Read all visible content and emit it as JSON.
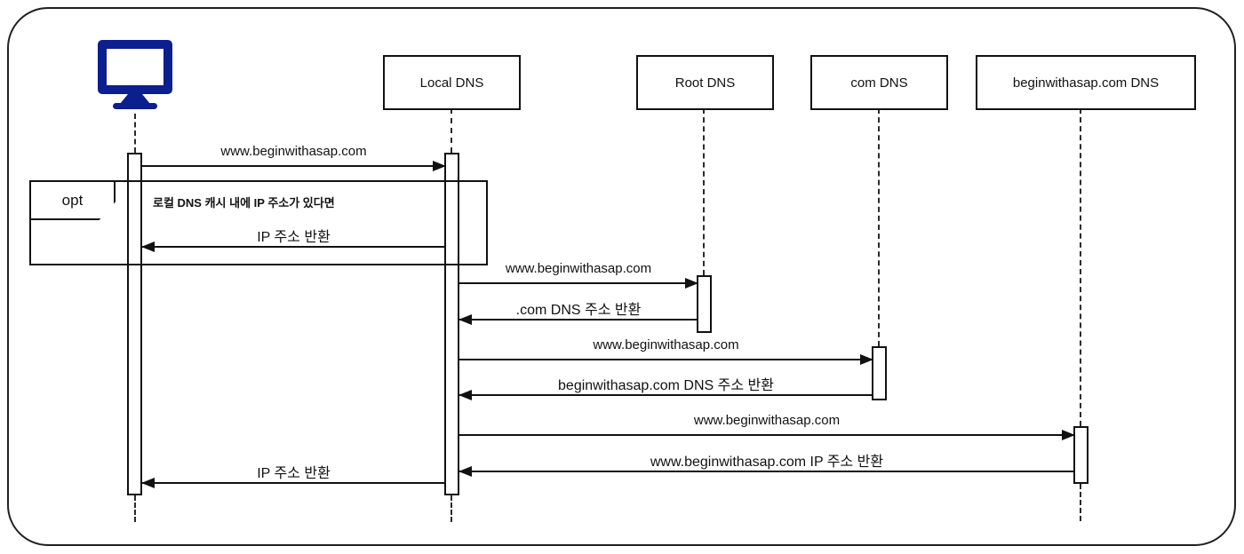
{
  "diagram": {
    "kind": "uml-sequence-diagram",
    "subject": "DNS name resolution for www.beginwithasap.com"
  },
  "actors": [
    {
      "id": "client",
      "label": "",
      "icon": "computer-icon"
    },
    {
      "id": "local",
      "label": "Local DNS"
    },
    {
      "id": "root",
      "label": "Root DNS"
    },
    {
      "id": "com",
      "label": "com DNS"
    },
    {
      "id": "asap",
      "label": "beginwithasap.com DNS"
    }
  ],
  "fragment": {
    "operator": "opt",
    "guard": "로컬 DNS 캐시 내에 IP 주소가 있다면"
  },
  "messages": [
    {
      "from": "client",
      "to": "local",
      "direction": "right",
      "label": "www.beginwithasap.com"
    },
    {
      "from": "local",
      "to": "client",
      "direction": "left",
      "label": "IP 주소 반환",
      "in_fragment": true
    },
    {
      "from": "local",
      "to": "root",
      "direction": "right",
      "label": "www.beginwithasap.com"
    },
    {
      "from": "root",
      "to": "local",
      "direction": "left",
      "label": ".com DNS 주소 반환"
    },
    {
      "from": "local",
      "to": "com",
      "direction": "right",
      "label": "www.beginwithasap.com"
    },
    {
      "from": "com",
      "to": "local",
      "direction": "left",
      "label": "beginwithasap.com DNS 주소 반환"
    },
    {
      "from": "local",
      "to": "asap",
      "direction": "right",
      "label": "www.beginwithasap.com"
    },
    {
      "from": "asap",
      "to": "local",
      "direction": "left",
      "label": "www.beginwithasap.com IP 주소 반환"
    },
    {
      "from": "local",
      "to": "client",
      "direction": "left",
      "label": "IP 주소 반환"
    }
  ],
  "colors": {
    "monitor": "#0c1f8f",
    "line": "#111111",
    "background": "#ffffff"
  }
}
